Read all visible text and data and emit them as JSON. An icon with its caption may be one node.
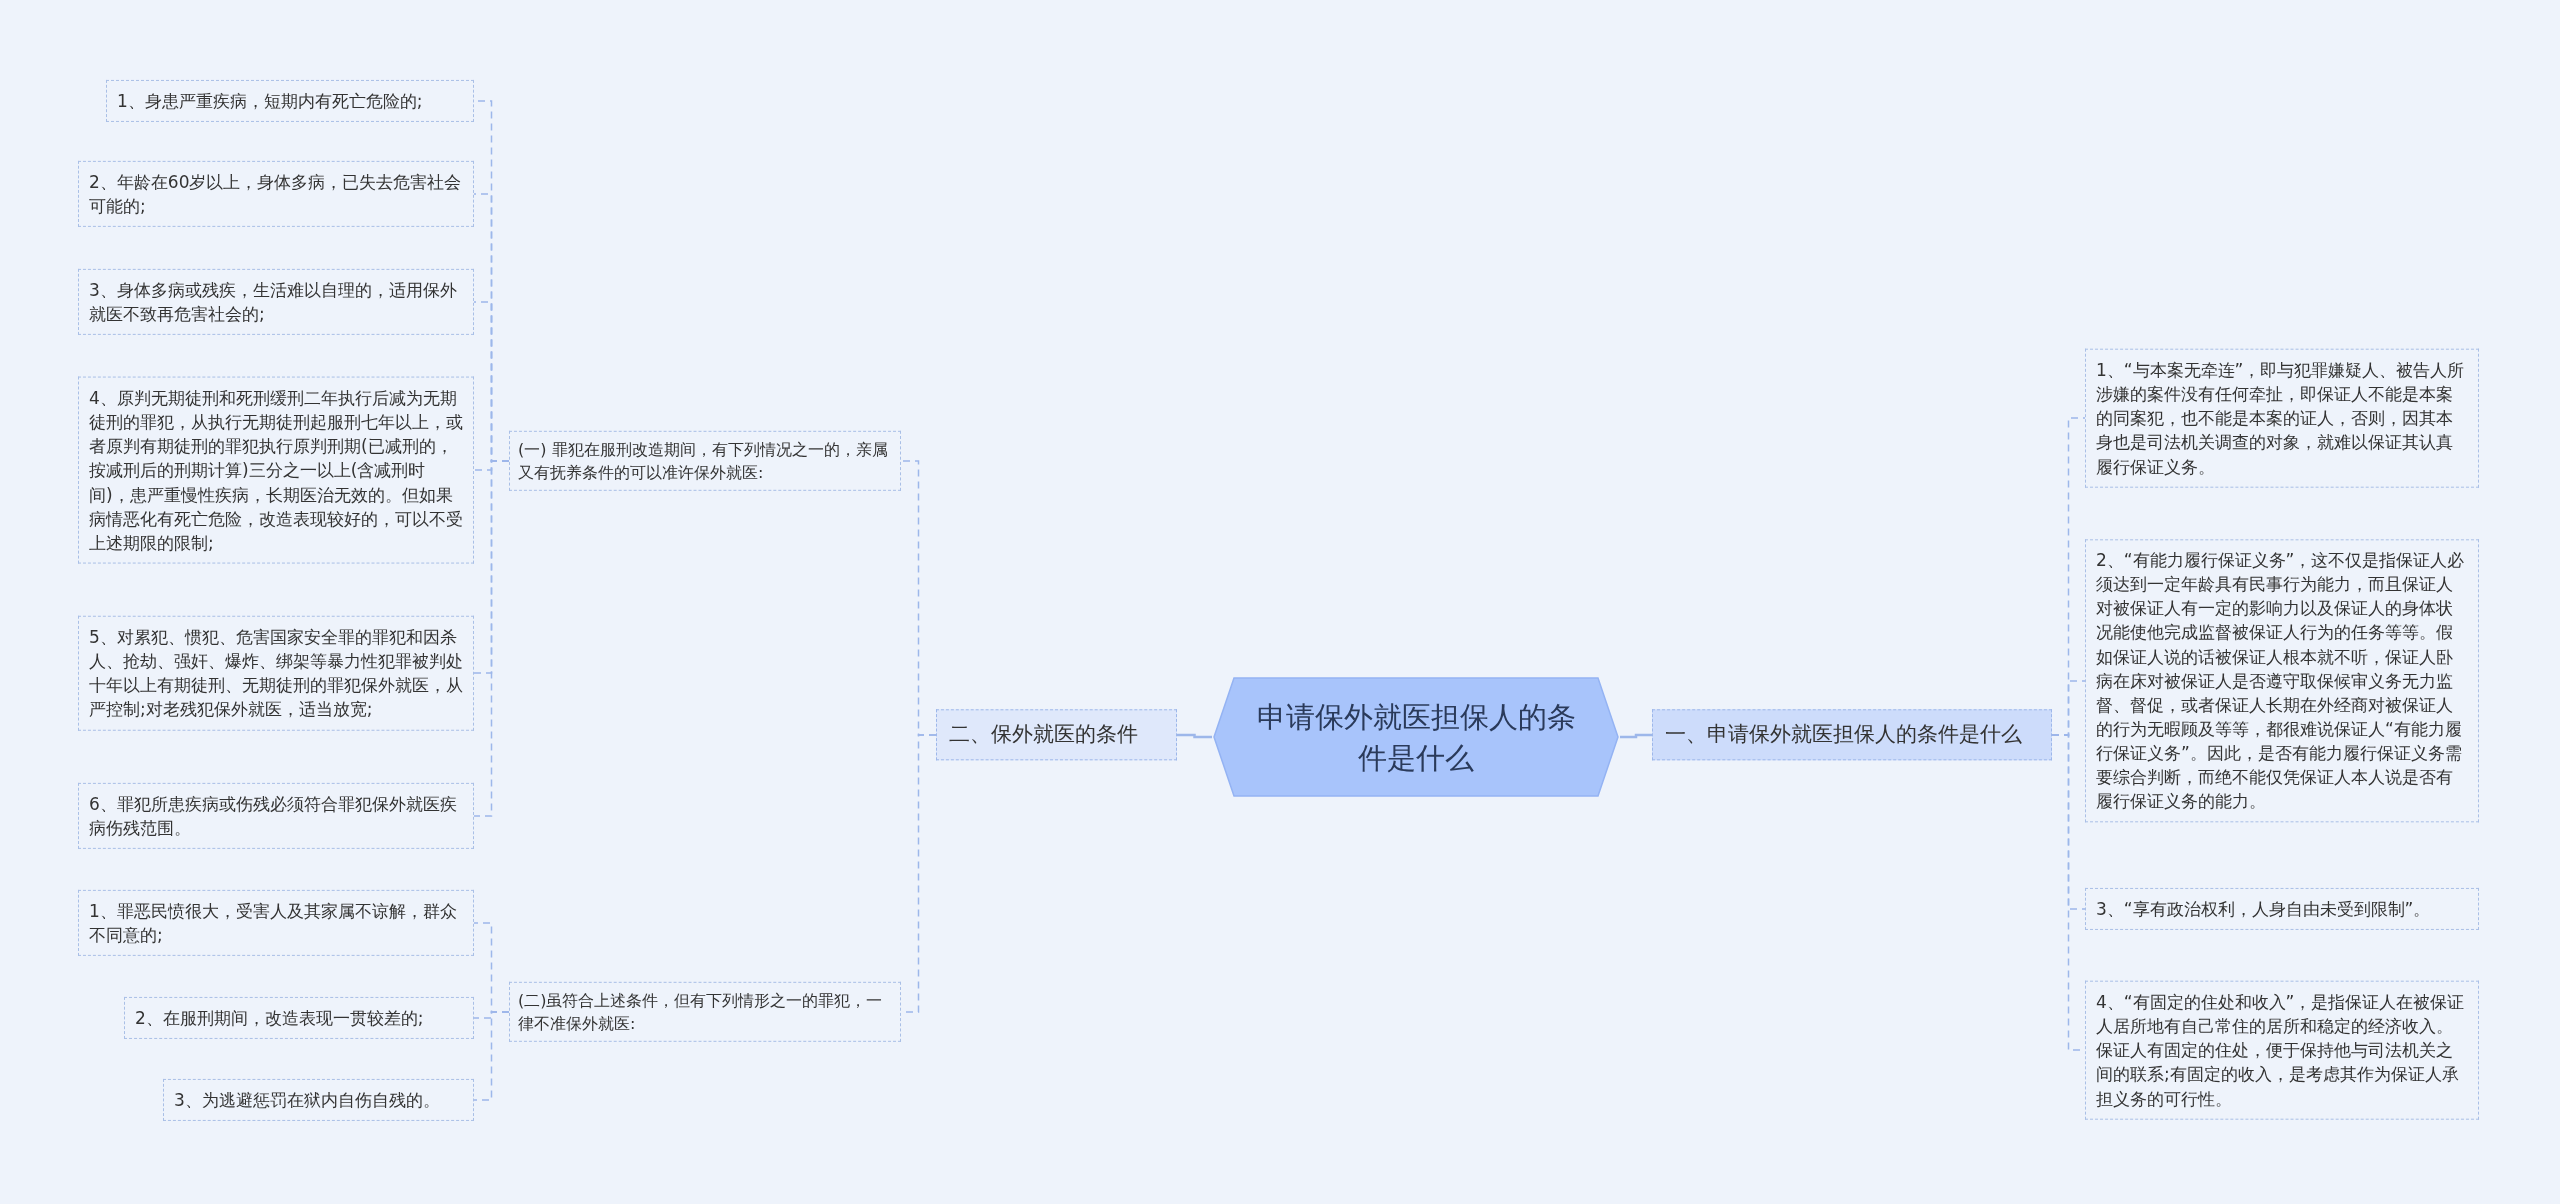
{
  "diagram": {
    "nodes": [
      {
        "text": [
          "申请保外就医担保人的条件是什么"
        ]
      },
      {
        "text": [
          "二、保外就医的条件"
        ]
      },
      {
        "text": [
          "(一) 罪犯在服刑改造期间，有下列情况之一的，亲属又有抚养条件的可以准许保外就医:"
        ]
      },
      {
        "text": [
          "1、身患严重疾病，短期内有死亡危险的;"
        ]
      },
      {
        "text": [
          "2、年龄在60岁以上，身体多病，已失去危害社会可能的;"
        ]
      },
      {
        "text": [
          "3、身体多病或残疾，生活难以自理的，适用保外就医不致再危害社会的;"
        ]
      },
      {
        "text": [
          "4、原判无期徒刑和死刑缓刑二年执行后减为无期徒刑的罪犯，从执行无期徒刑起服刑七年以上，或者原判有期徒刑的罪犯执行原判刑期(已减刑的，按减刑后的刑期计算)三分之一以上(含减刑时间)，患严重慢性疾病，长期医治无效的。但如果病情恶化有死亡危险，改造表现较好的，可以不受上述期限的限制;"
        ]
      },
      {
        "text": [
          "5、对累犯、惯犯、危害国家安全罪的罪犯和因杀人、抢劫、强奸、爆炸、绑架等暴力性犯罪被判处十年以上有期徒刑、无期徒刑的罪犯保外就医，从严控制;对老残犯保外就医，适当放宽;"
        ]
      },
      {
        "text": [
          "6、罪犯所患疾病或伤残必须符合罪犯保外就医疾病伤残范围。"
        ]
      },
      {
        "text": [
          "(二)虽符合上述条件，但有下列情形之一的罪犯，一律不准保外就医:"
        ]
      },
      {
        "text": [
          "1、罪恶民愤很大，受害人及其家属不谅解，群众不同意的;"
        ]
      },
      {
        "text": [
          "2、在服刑期间，改造表现一贯较差的;"
        ]
      },
      {
        "text": [
          "3、为逃避惩罚在狱内自伤自残的。"
        ]
      },
      {
        "text": [
          "一、申请保外就医担保人的条件是什么"
        ]
      },
      {
        "text": [
          "1、“与本案无牵连”，即与犯罪嫌疑人、被告人所涉嫌的案件没有任何牵扯，即保证人不能是本案的同案犯，也不能是本案的证人，否则，因其本身也是司法机关调查的对象，就难以保证其认真履行保证义务。"
        ]
      },
      {
        "text": [
          "2、“有能力履行保证义务”，这不仅是指保证人必须达到一定年龄具有民事行为能力，而且保证人对被保证人有一定的影响力以及保证人的身体状况能使他完成监督被保证人行为的任务等等。假如保证人说的话被保证人根本就不听，保证人卧病在床对被保证人是否遵守取保候审义务无力监督、督促，或者保证人长期在外经商对被保证人的行为无暇顾及等等，都很难说保证人“有能力履行保证义务”。因此，是否有能力履行保证义务需要综合判断，而绝不能仅凭保证人本人说是否有履行保证义务的能力。"
        ]
      },
      {
        "text": [
          "3、“享有政治权利，人身自由未受到限制”。"
        ]
      },
      {
        "text": [
          "4、“有固定的住处和收入”，是指保证人在被保证人居所地有自己常住的居所和稳定的经济收入。保证人有固定的住处，便于保持他与司法机关之间的联系;有固定的收入，是考虑其作为保证人承担义务的可行性。"
        ]
      }
    ],
    "edges": [
      {
        "from": 0,
        "to": 1,
        "arrow": "none"
      },
      {
        "from": 1,
        "to": 2,
        "arrow": "none",
        "style": "dashed"
      },
      {
        "from": 2,
        "to": 3,
        "arrow": "none",
        "style": "dashed"
      },
      {
        "from": 2,
        "to": 4,
        "arrow": "none",
        "style": "dashed"
      },
      {
        "from": 2,
        "to": 5,
        "arrow": "none",
        "style": "dashed"
      },
      {
        "from": 2,
        "to": 6,
        "arrow": "none",
        "style": "dashed"
      },
      {
        "from": 2,
        "to": 7,
        "arrow": "none",
        "style": "dashed"
      },
      {
        "from": 2,
        "to": 8,
        "arrow": "none",
        "style": "dashed"
      },
      {
        "from": 1,
        "to": 9,
        "arrow": "none",
        "style": "dashed"
      },
      {
        "from": 9,
        "to": 10,
        "arrow": "none",
        "style": "dashed"
      },
      {
        "from": 9,
        "to": 11,
        "arrow": "none",
        "style": "dashed"
      },
      {
        "from": 9,
        "to": 12,
        "arrow": "none",
        "style": "dashed"
      },
      {
        "from": 0,
        "to": 13,
        "arrow": "none"
      },
      {
        "from": 13,
        "to": 14,
        "arrow": "none",
        "style": "dashed"
      },
      {
        "from": 13,
        "to": 15,
        "arrow": "none",
        "style": "dashed"
      },
      {
        "from": 13,
        "to": 16,
        "arrow": "none",
        "style": "dashed"
      },
      {
        "from": 13,
        "to": 17,
        "arrow": "none",
        "style": "dashed"
      }
    ]
  }
}
